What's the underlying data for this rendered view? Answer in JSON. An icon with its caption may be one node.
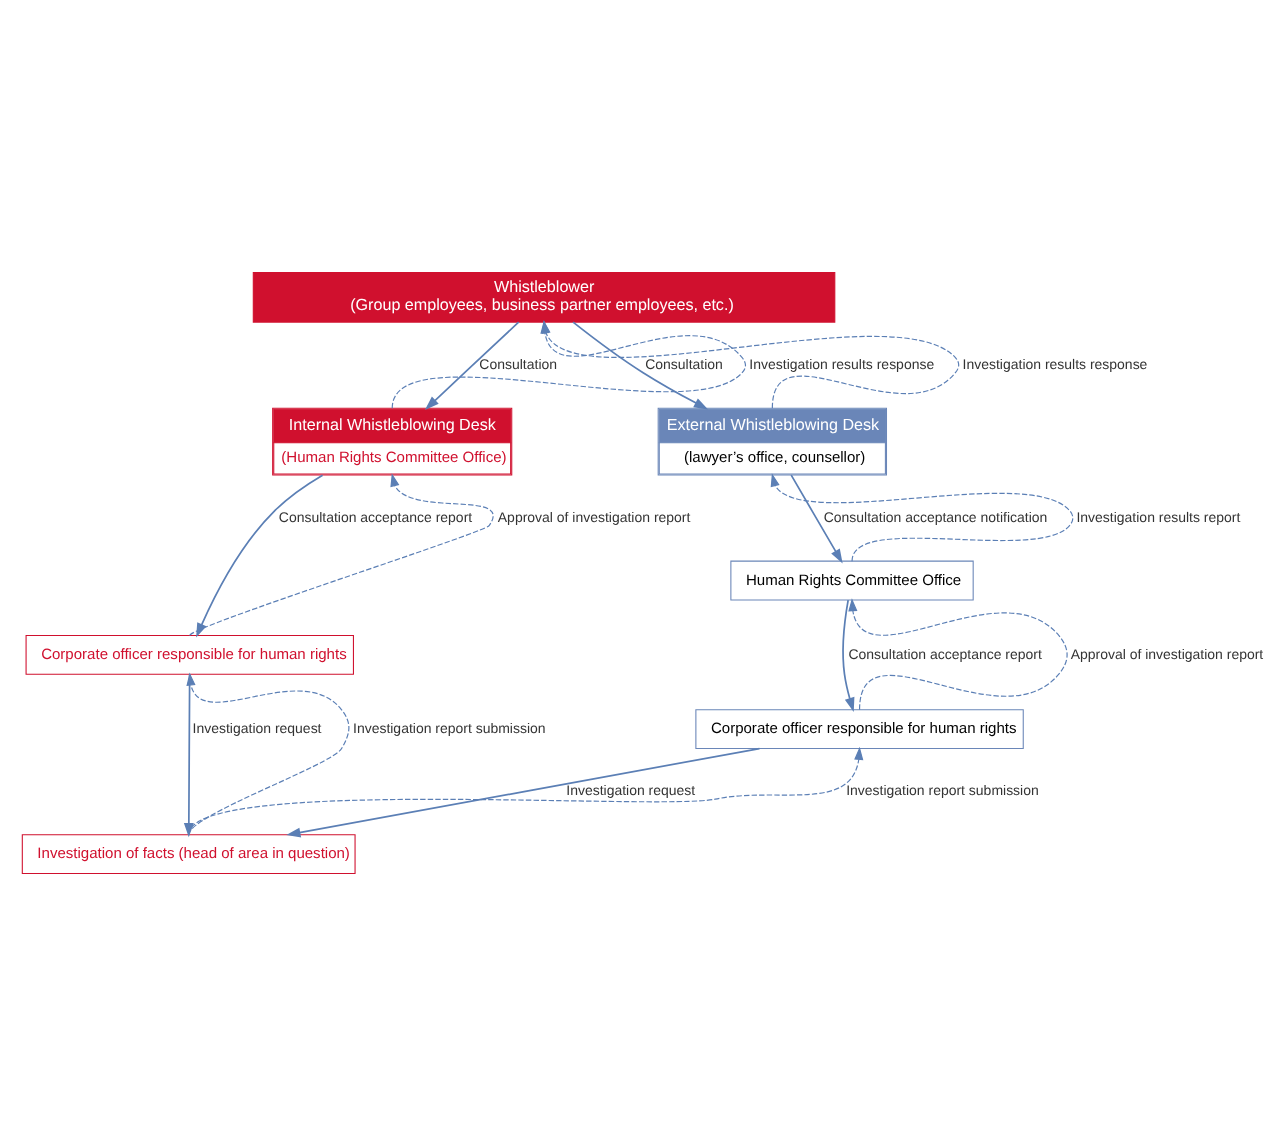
{
  "diagram": {
    "nodes": [
      {
        "text": [
          "Whistleblower",
          "(Group employees, business partner employees, etc.)"
        ]
      },
      {
        "text": [
          "Internal Whistleblowing Desk",
          "(Human Rights Committee Office)"
        ]
      },
      {
        "text": [
          "Corporate officer responsible for human rights"
        ]
      },
      {
        "text": [
          "External Whistleblowing Desk",
          "(lawyer’s office, counsellor)"
        ]
      },
      {
        "text": [
          "Human Rights Committee Office"
        ]
      },
      {
        "text": [
          "Corporate officer responsible for human rights"
        ]
      },
      {
        "text": [
          "Investigation of facts (head of area in question)"
        ]
      }
    ],
    "edges": [
      {
        "from": 0,
        "to": 1,
        "arrow": "to",
        "label": "Consultation"
      },
      {
        "from": 1,
        "to": 0,
        "arrow": "to",
        "label": "Investigation results response",
        "style": "dashed"
      },
      {
        "from": 1,
        "to": 2,
        "arrow": "to",
        "label": "Consultation acceptance report"
      },
      {
        "from": 2,
        "to": 1,
        "arrow": "to",
        "label": "Approval of investigation report",
        "style": "dashed"
      },
      {
        "from": 2,
        "to": 6,
        "arrow": "to",
        "label": "Investigation request"
      },
      {
        "from": 6,
        "to": 2,
        "arrow": "to",
        "label": "Investigation report submission",
        "style": "dashed"
      },
      {
        "from": 0,
        "to": 3,
        "arrow": "to",
        "label": "Consultation"
      },
      {
        "from": 3,
        "to": 0,
        "arrow": "to",
        "label": "Investigation results response",
        "style": "dashed"
      },
      {
        "from": 3,
        "to": 4,
        "arrow": "to",
        "label": "Consultation acceptance notification"
      },
      {
        "from": 4,
        "to": 3,
        "arrow": "to",
        "label": "Investigation results report",
        "style": "dashed"
      },
      {
        "from": 4,
        "to": 5,
        "arrow": "to",
        "label": "Consultation acceptance report"
      },
      {
        "from": 5,
        "to": 4,
        "arrow": "to",
        "label": "Approval of investigation report",
        "style": "dashed"
      },
      {
        "from": 5,
        "to": 6,
        "arrow": "to",
        "label": "Investigation request"
      },
      {
        "from": 6,
        "to": 5,
        "arrow": "to",
        "label": "Investigation report submission",
        "style": "dashed"
      }
    ]
  }
}
